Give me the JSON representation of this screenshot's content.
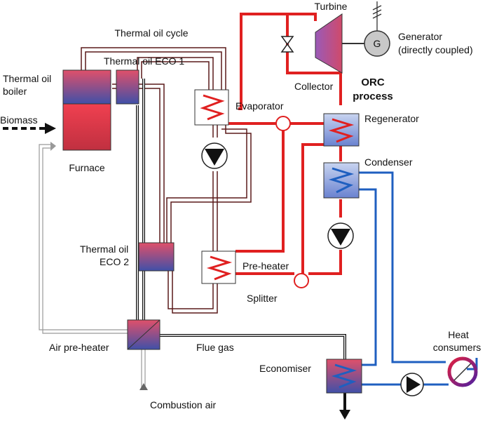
{
  "colors": {
    "orc_loop": "#e02020",
    "cooling_loop": "#1f5fc0",
    "thermal_oil_outer": "#5a1a1a",
    "flue_gas": "#111111",
    "air": "#888888",
    "hx_gradient_top": "#e0506a",
    "hx_gradient_bottom": "#4050a8",
    "turbine": "#7a4aa0"
  },
  "labels": {
    "turbine": "Turbine",
    "generator_symbol": "G",
    "generator_line1": "Generator",
    "generator_line2": "(directly coupled)",
    "thermal_oil_cycle": "Thermal oil cycle",
    "thermal_oil_eco1": "Thermal oil ECO 1",
    "boiler_line1": "Thermal oil",
    "boiler_line2": "boiler",
    "collector": "Collector",
    "orc_line1": "ORC",
    "orc_line2": "process",
    "evaporator": "Evaporator",
    "regenerator": "Regenerator",
    "biomass": "Biomass",
    "furnace": "Furnace",
    "condenser": "Condenser",
    "eco2_line1": "Thermal oil",
    "eco2_line2": "ECO 2",
    "preheater": "Pre-heater",
    "splitter": "Splitter",
    "air_preheater": "Air pre-heater",
    "flue_gas": "Flue gas",
    "heat_consumers_line1": "Heat",
    "heat_consumers_line2": "consumers",
    "economiser": "Economiser",
    "combustion_air": "Combustion air"
  }
}
